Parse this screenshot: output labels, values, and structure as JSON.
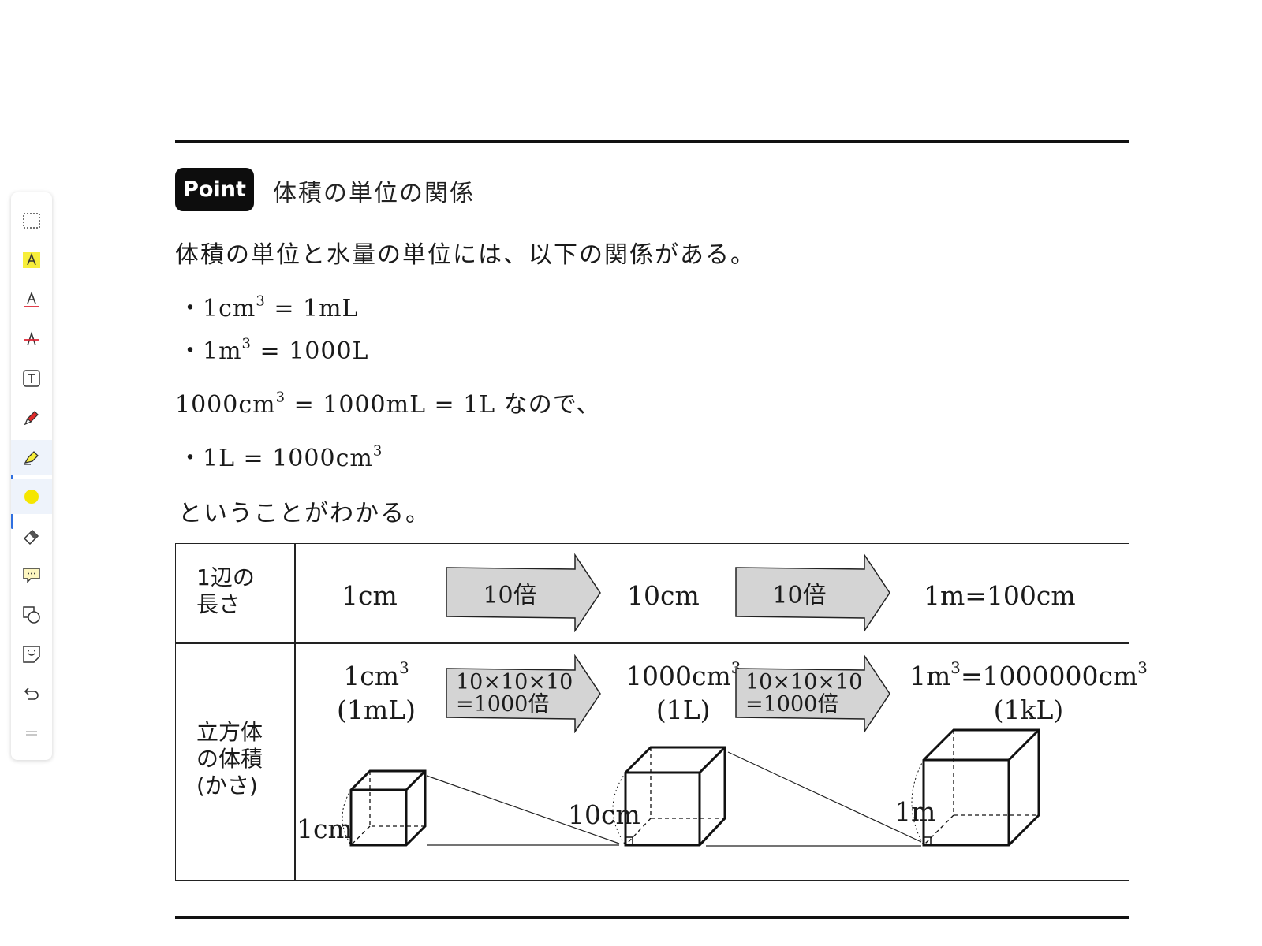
{
  "toolbar": {
    "tools": [
      {
        "name": "select-tool",
        "icon": "dashed-rect-icon"
      },
      {
        "name": "highlight-text-tool",
        "icon": "highlighted-a-icon"
      },
      {
        "name": "underline-text-tool",
        "icon": "underlined-a-icon"
      },
      {
        "name": "strikethrough-text-tool",
        "icon": "strikethrough-a-icon"
      },
      {
        "name": "textbox-tool",
        "icon": "text-box-icon"
      },
      {
        "name": "pen-tool",
        "icon": "red-pen-icon"
      },
      {
        "name": "highlighter-tool",
        "icon": "yellow-highlighter-icon"
      },
      {
        "name": "color-picker",
        "icon": "yellow-dot-icon"
      },
      {
        "name": "eraser-tool",
        "icon": "eraser-icon"
      },
      {
        "name": "comment-tool",
        "icon": "comment-icon"
      },
      {
        "name": "shapes-tool",
        "icon": "shapes-icon"
      },
      {
        "name": "sticker-tool",
        "icon": "sticker-icon"
      },
      {
        "name": "undo-button",
        "icon": "undo-icon"
      },
      {
        "name": "drag-handle",
        "icon": "grip-icon"
      }
    ],
    "active_color": "#f5e600",
    "accent": "#2f6fe0"
  },
  "point": {
    "badge": "Point",
    "title": "体積の単位の関係"
  },
  "body": {
    "intro": "体積の単位と水量の単位には、以下の関係がある。",
    "bullet1_a": "・1cm",
    "bullet1_exp": "3",
    "bullet1_b": " = 1mL",
    "bullet2_a": "・1m",
    "bullet2_exp": "3",
    "bullet2_b": " = 1000L",
    "line3_a": "1000cm",
    "line3_exp": "3",
    "line3_b": " = 1000mL = 1L",
    "line3_c": " なので、",
    "bullet3_a": "・1L = 1000cm",
    "bullet3_exp": "3",
    "conclusion": "ということがわかる。"
  },
  "table": {
    "row1": {
      "header_line1": "1辺の",
      "header_line2": "長さ",
      "v1": "1cm",
      "arrow1": "10倍",
      "v2": "10cm",
      "arrow2": "10倍",
      "v3": "1m=100cm"
    },
    "row2": {
      "header_line1": "立方体",
      "header_line2": "の体積",
      "header_line3": "(かさ)",
      "v1_a": "1cm",
      "v1_exp": "3",
      "v1_sub": "(1mL)",
      "arrow1_line1": "10×10×10",
      "arrow1_line2": "=1000倍",
      "v2_a": "1000cm",
      "v2_exp": "3",
      "v2_sub": "(1L)",
      "arrow2_line1": "10×10×10",
      "arrow2_line2": "=1000倍",
      "v3_a": "1m",
      "v3_exp": "3",
      "v3_b": "=1000000cm",
      "v3_exp2": "3",
      "v3_sub": "(1kL)"
    },
    "cube_labels": {
      "small": "1cm",
      "medium": "10cm",
      "large": "1m"
    }
  }
}
